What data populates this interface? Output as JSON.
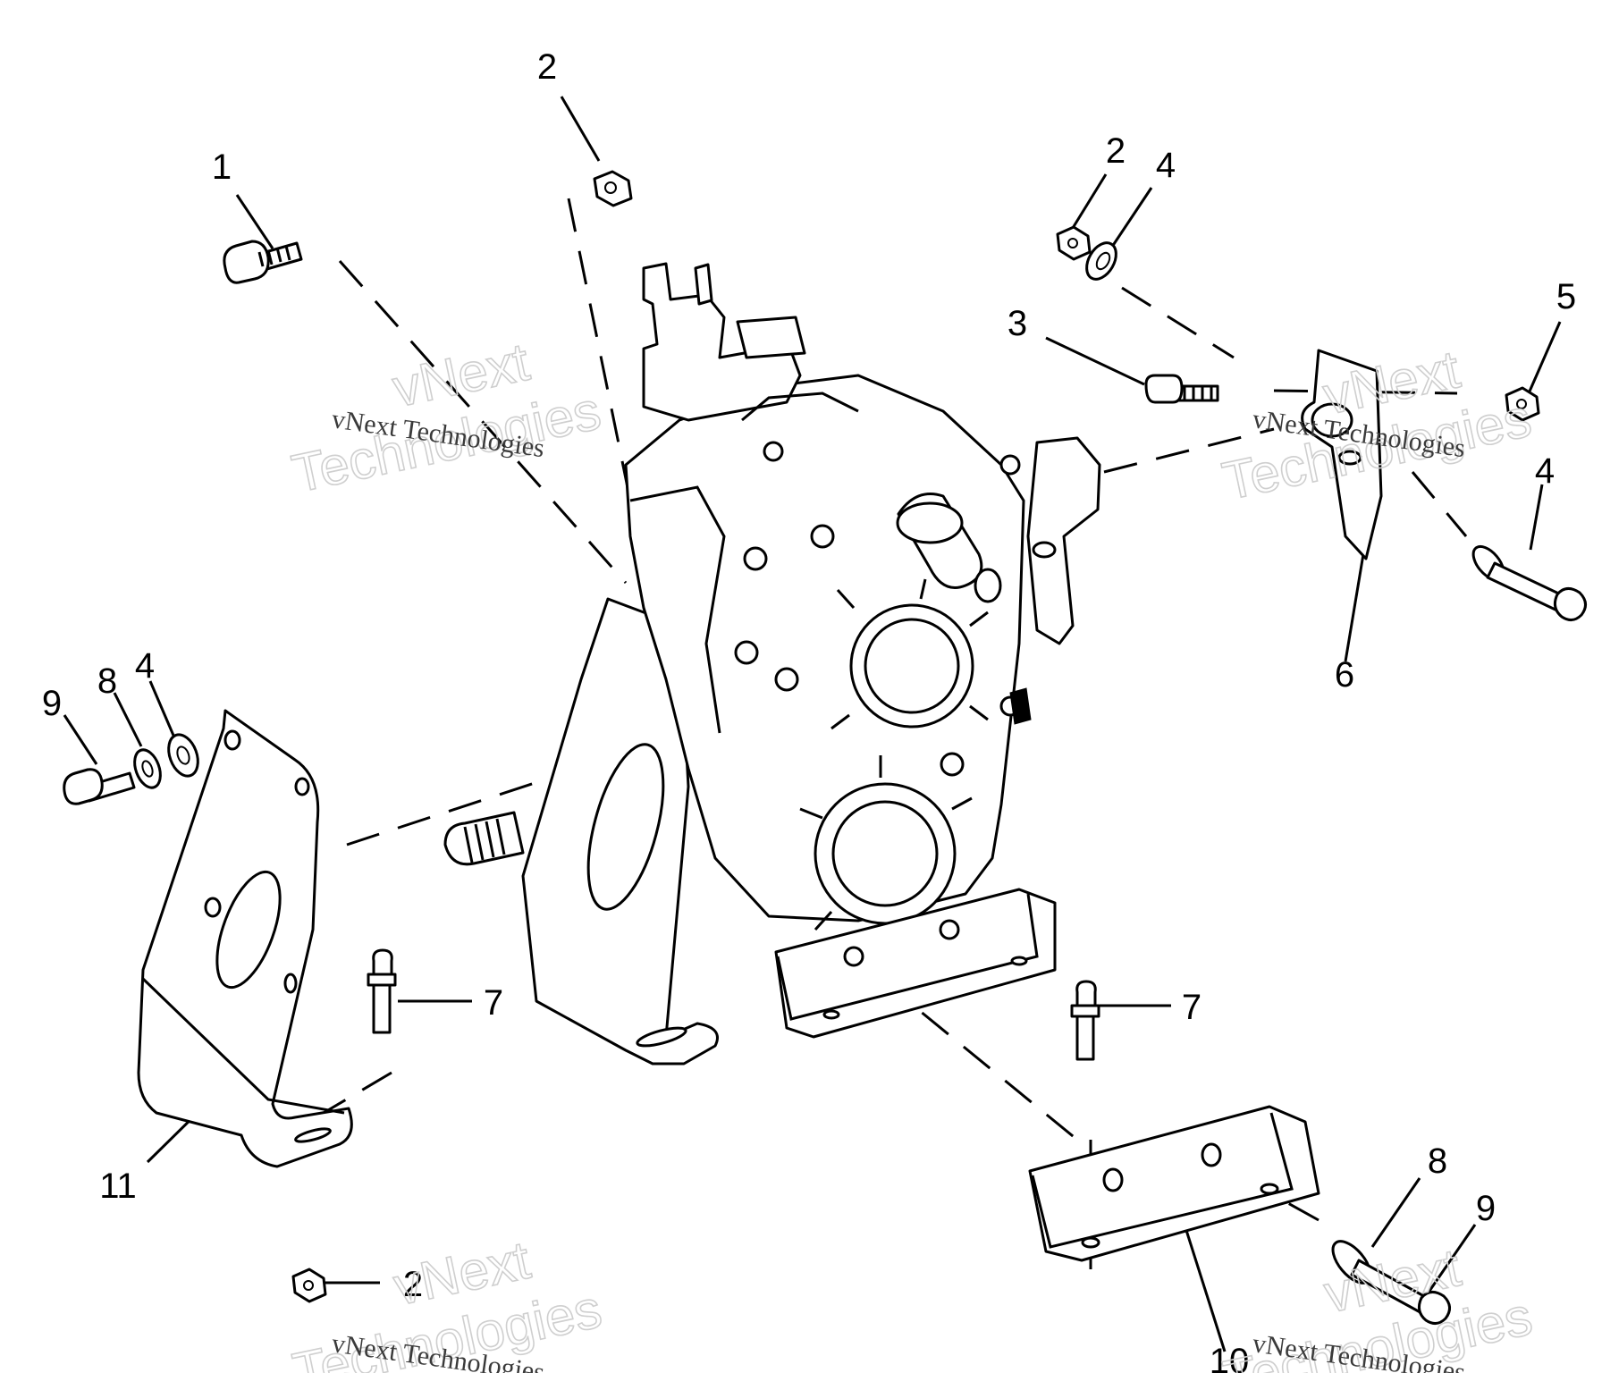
{
  "callouts": [
    "1",
    "2",
    "2",
    "4",
    "3",
    "5",
    "4",
    "6",
    "9",
    "8",
    "4",
    "7",
    "7",
    "11",
    "2",
    "10",
    "8",
    "9"
  ],
  "watermark": {
    "text_line1": "vNext",
    "text_line2": "Technologies",
    "small_text": "vNext Technologies"
  }
}
